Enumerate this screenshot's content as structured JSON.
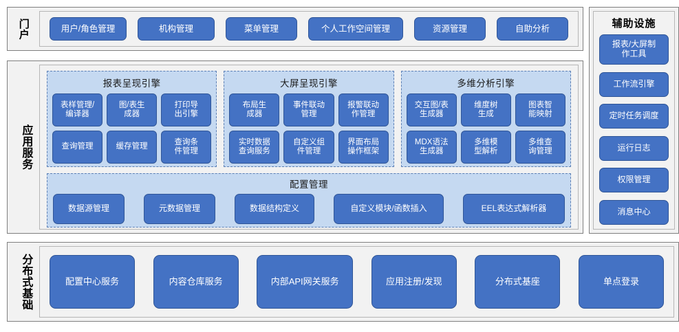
{
  "colors": {
    "button_fill": "#4472C4",
    "button_border": "#2F5597",
    "panel_fill": "#C5D9F1",
    "panel_border": "#5B7FB5",
    "frame_fill": "#F2F2F2",
    "frame_border": "#7F7F7F",
    "text_on_button": "#FFFFFF",
    "text_label": "#000000"
  },
  "portal": {
    "label": "门户",
    "items": [
      {
        "label": "用户/角色管理"
      },
      {
        "label": "机构管理"
      },
      {
        "label": "菜单管理"
      },
      {
        "label": "个人工作空间管理"
      },
      {
        "label": "资源管理"
      },
      {
        "label": "自助分析"
      }
    ]
  },
  "app_services": {
    "label": "应用服务",
    "engines": [
      {
        "title": "报表呈现引擎",
        "items": [
          {
            "label": "表样管理/\n编译器"
          },
          {
            "label": "图/表生\n成器"
          },
          {
            "label": "打印导\n出引擎"
          },
          {
            "label": "查询管理"
          },
          {
            "label": "缓存管理"
          },
          {
            "label": "查询条\n件管理"
          }
        ]
      },
      {
        "title": "大屏呈现引擎",
        "items": [
          {
            "label": "布局生\n成器"
          },
          {
            "label": "事件联动\n管理"
          },
          {
            "label": "报警联动\n作管理"
          },
          {
            "label": "实时数据\n查询服务"
          },
          {
            "label": "自定义组\n件管理"
          },
          {
            "label": "界面布局\n操作框架"
          }
        ]
      },
      {
        "title": "多维分析引擎",
        "items": [
          {
            "label": "交互图/表\n生成器"
          },
          {
            "label": "维度树\n生成"
          },
          {
            "label": "图表智\n能映射"
          },
          {
            "label": "MDX语法\n生成器"
          },
          {
            "label": "多维模\n型解析"
          },
          {
            "label": "多维查\n询管理"
          }
        ]
      }
    ],
    "config": {
      "title": "配置管理",
      "items": [
        {
          "label": "数据源管理"
        },
        {
          "label": "元数据管理"
        },
        {
          "label": "数据结构定义"
        },
        {
          "label": "自定义模块/函数插入"
        },
        {
          "label": "EEL表达式解析器"
        }
      ]
    }
  },
  "distributed": {
    "label": "分布式基础",
    "items": [
      {
        "label": "配置中心服务"
      },
      {
        "label": "内容仓库服务"
      },
      {
        "label": "内部API网关服务"
      },
      {
        "label": "应用注册/发现"
      },
      {
        "label": "分布式基座"
      },
      {
        "label": "单点登录"
      }
    ]
  },
  "aux": {
    "title": "辅助设施",
    "items": [
      {
        "label": "报表/大屏制\n作工具"
      },
      {
        "label": "工作流引擎"
      },
      {
        "label": "定时任务调度"
      },
      {
        "label": "运行日志"
      },
      {
        "label": "权限管理"
      },
      {
        "label": "消息中心"
      }
    ]
  }
}
